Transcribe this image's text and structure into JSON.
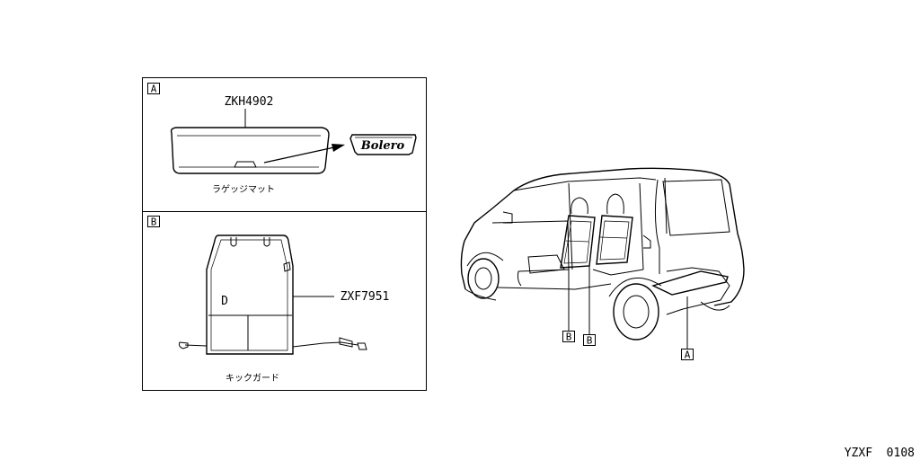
{
  "panel_a": {
    "tag": "A",
    "part_number": "ZKH4902",
    "part_name": "ラゲッジマット",
    "logo_text": "Bolero"
  },
  "panel_b": {
    "tag": "B",
    "part_number": "ZXF7951",
    "part_name": "キックガード",
    "mark": "D"
  },
  "vehicle_callouts": [
    "B",
    "B",
    "A"
  ],
  "footer_code": "YZXF  0108"
}
